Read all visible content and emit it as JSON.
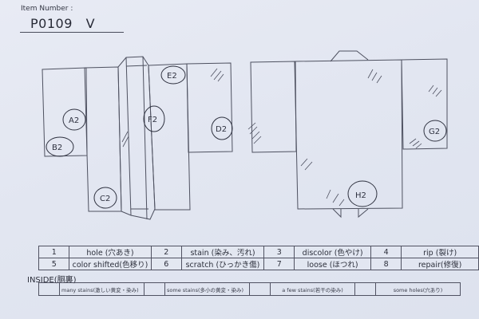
{
  "header": {
    "item_label": "Item Number :",
    "item_number": "P0109   V"
  },
  "diagram": {
    "front_view": {
      "markers": [
        {
          "id": "A2",
          "label": "A2",
          "region": "left sleeve"
        },
        {
          "id": "B2",
          "label": "B2",
          "region": "left sleeve bottom"
        },
        {
          "id": "C2",
          "label": "C2",
          "region": "left front panel bottom"
        },
        {
          "id": "E2",
          "label": "E2",
          "region": "right front panel top"
        },
        {
          "id": "F2",
          "label": "F2",
          "region": "collar / right overlap"
        },
        {
          "id": "D2",
          "label": "D2",
          "region": "right sleeve"
        }
      ]
    },
    "back_view": {
      "markers": [
        {
          "id": "G2",
          "label": "G2",
          "region": "right sleeve"
        },
        {
          "id": "H2",
          "label": "H2",
          "region": "back body bottom"
        }
      ]
    }
  },
  "legend": {
    "rows": [
      [
        {
          "num": "1",
          "label": "hole (穴あき)"
        },
        {
          "num": "2",
          "label": "stain (染み、汚れ)"
        },
        {
          "num": "3",
          "label": "discolor (色やけ)"
        },
        {
          "num": "4",
          "label": "rip (裂け)"
        }
      ],
      [
        {
          "num": "5",
          "label": "color shifted(色移り)"
        },
        {
          "num": "6",
          "label": "scratch (ひっかき傷)"
        },
        {
          "num": "7",
          "label": "loose (ほつれ)"
        },
        {
          "num": "8",
          "label": "repair(修復)"
        }
      ]
    ]
  },
  "inside": {
    "title": "INSIDE(胴裏)",
    "options": [
      {
        "label": "many stains(激しい黄変・染み)",
        "checked": false
      },
      {
        "label": "some stains(多小の黄変・染み)",
        "checked": false
      },
      {
        "label": "a few stains(若干の染み)",
        "checked": false
      },
      {
        "label": "some holes(穴あり)",
        "checked": false
      }
    ]
  }
}
